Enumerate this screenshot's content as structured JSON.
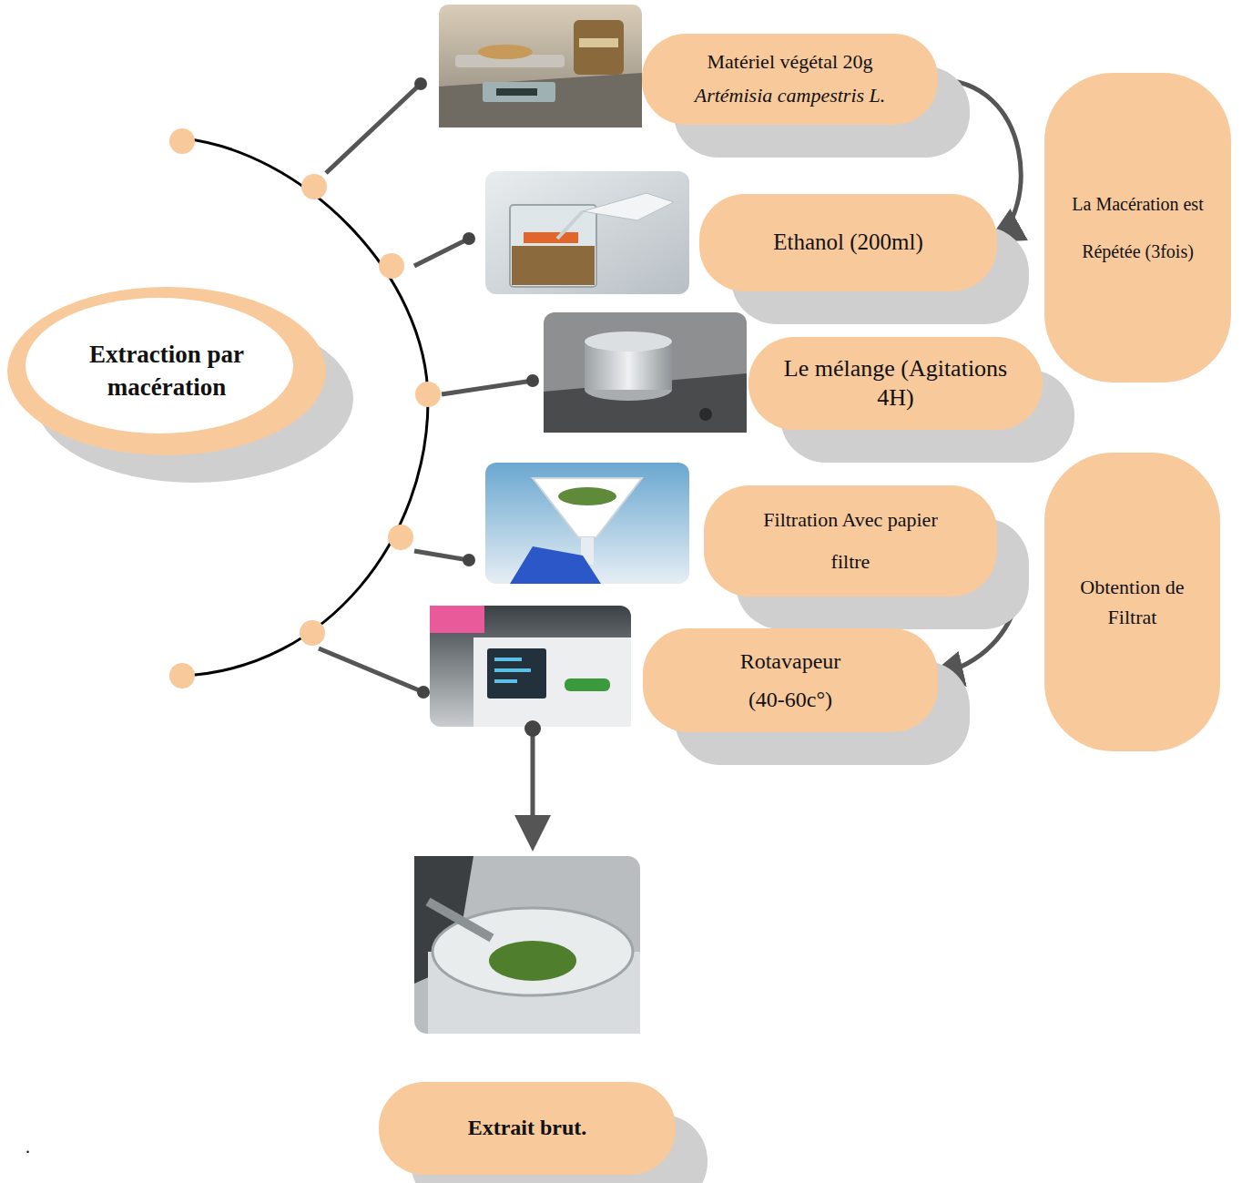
{
  "diagram": {
    "nodes": [
      {
        "text": [
          "Extraction par macération"
        ]
      },
      {
        "text": [
          "Matériel végétal 20g",
          "Artémisia campestris L."
        ]
      },
      {
        "text": [
          "Ethanol (200ml)"
        ]
      },
      {
        "text": [
          "La Macération est Répétée (3fois)"
        ]
      },
      {
        "text": [
          "Le mélange (Agitations 4H)"
        ]
      },
      {
        "text": [
          "Filtration Avec papier filtre"
        ]
      },
      {
        "text": [
          "Rotavapeur (40-60c°)"
        ]
      },
      {
        "text": [
          "Obtention de Filtrat"
        ]
      },
      {
        "text": [
          "Extrait brut."
        ]
      }
    ],
    "edges": [
      {
        "from": 1,
        "to": 2,
        "arrow": "to"
      },
      {
        "from": 5,
        "to": 6,
        "arrow": "to"
      }
    ],
    "labels": [
      "."
    ]
  }
}
